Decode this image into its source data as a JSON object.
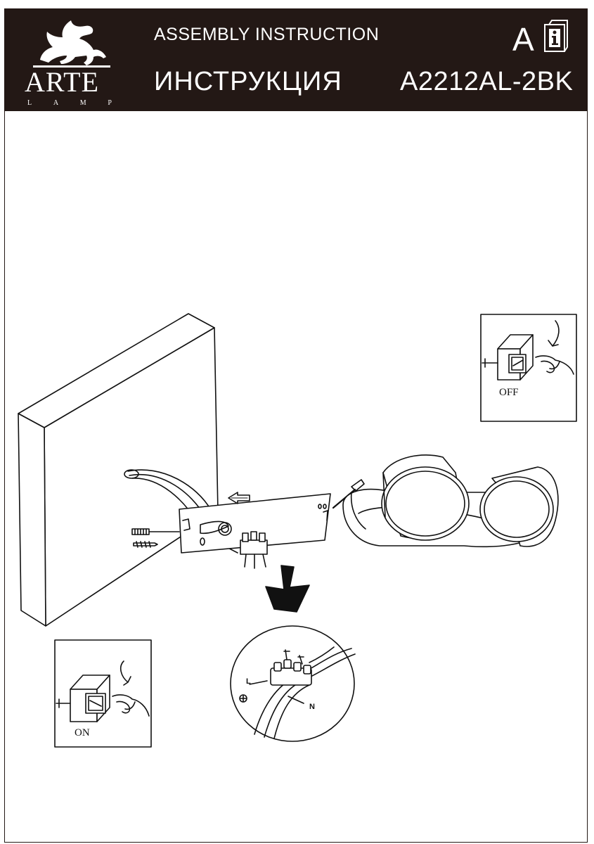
{
  "brand": {
    "name": "ARTE",
    "sub_letters": [
      "L",
      "A",
      "M",
      "P"
    ]
  },
  "header": {
    "title_en": "ASSEMBLY INSTRUCTION",
    "title_ru": "ИНСТРУКЦИЯ",
    "section": "A",
    "model": "A2212AL-2BK"
  },
  "icons": [
    "griffin-logo-icon",
    "info-manual-icon",
    "power-switch-icon",
    "hand-icon",
    "arrow-down-icon",
    "screw-icon",
    "anchor-icon"
  ],
  "diagram": {
    "switch_off_label": "OFF",
    "switch_on_label": "ON",
    "wire_live_label": "L",
    "wire_neutral_label": "N"
  },
  "colors": {
    "header_bg": "#231815",
    "line": "#111111"
  }
}
